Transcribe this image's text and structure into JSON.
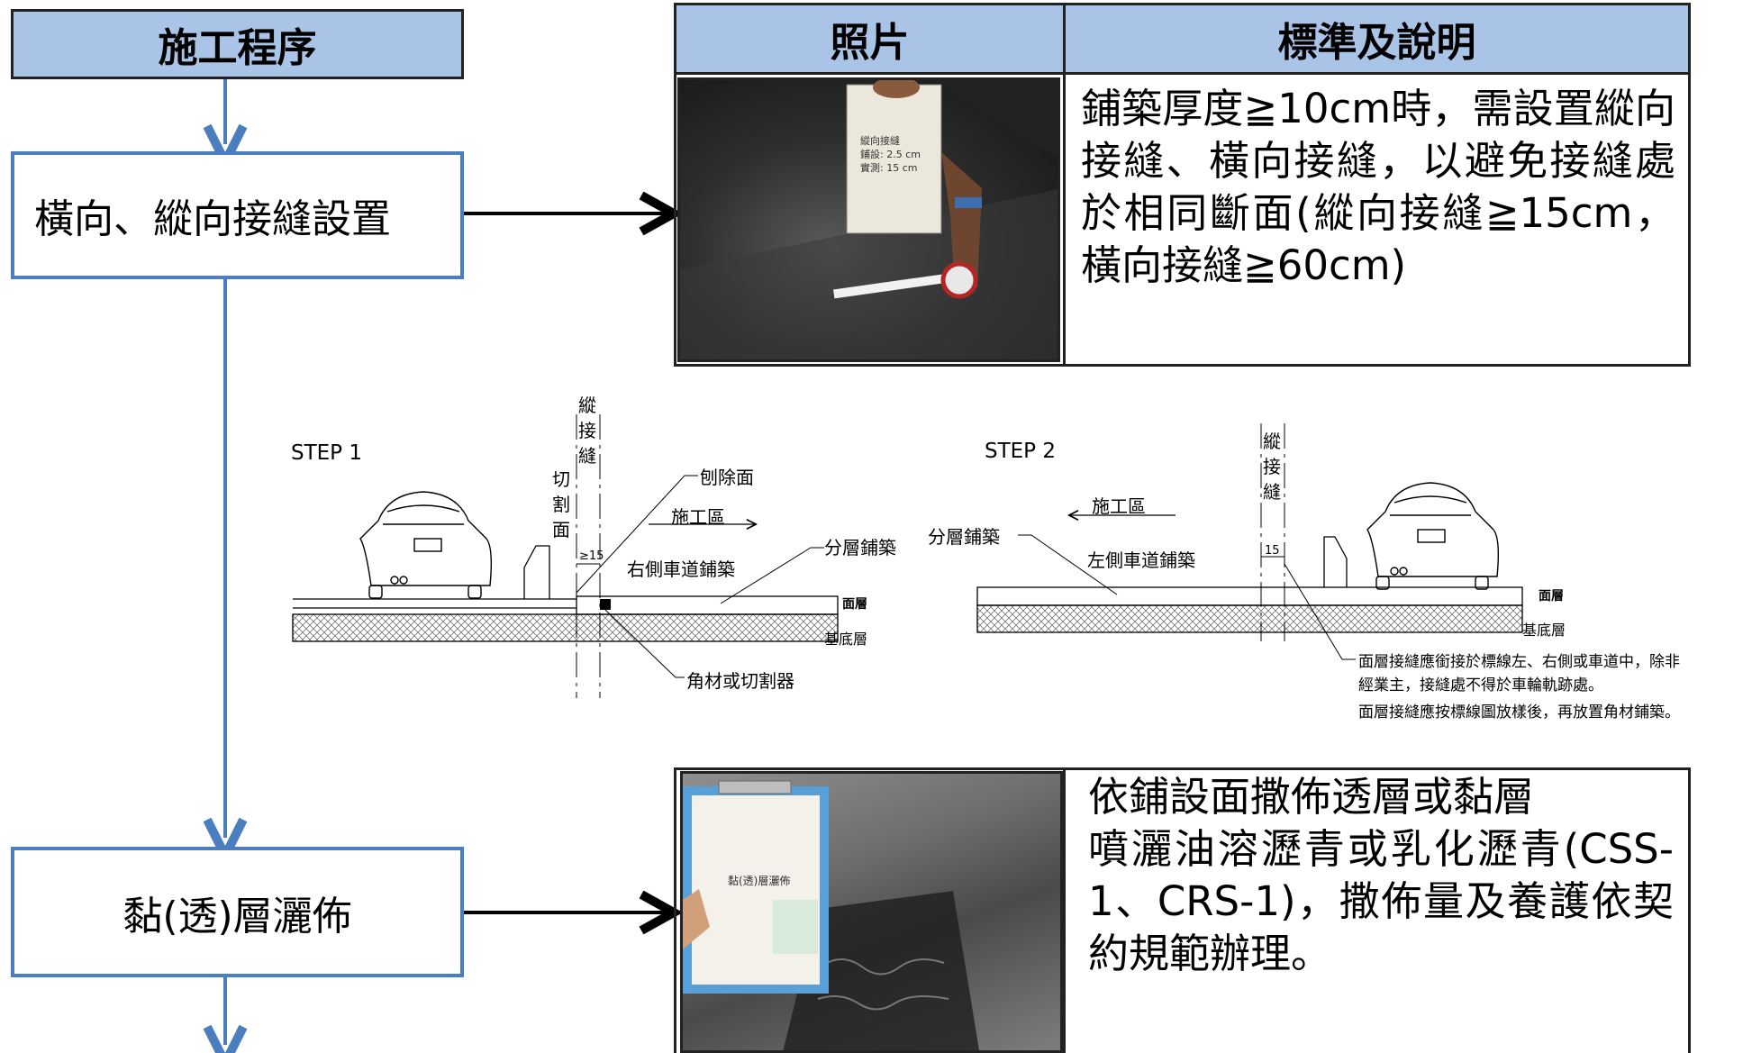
{
  "flow": {
    "header": "施工程序",
    "step1": "橫向、縱向接縫設置",
    "step2": "黏(透)層灑佈"
  },
  "table": {
    "col_photo": "照片",
    "col_desc": "標準及說明",
    "row1_desc": "鋪築厚度≧10cm時，需設置縱向接縫、橫向接縫，以避免接縫處於相同斷面(縱向接縫≧15cm，橫向接縫≧60cm)",
    "row2_desc_line1": "依鋪設面撒佈透層或黏層",
    "row2_desc_rest": "噴灑油溶瀝青或乳化瀝青(CSS-1、CRS-1)，撒佈量及養護依契約規範辦理。"
  },
  "photo1_board": [
    "縱向接縫",
    "鋪設: 2.5 cm",
    "實測: 15 cm"
  ],
  "photo2_board": [
    "黏(透)層灑佈"
  ],
  "diagram": {
    "step1": {
      "title": "STEP 1",
      "joint_label": "縱接縫",
      "cut_label": "切割面",
      "milled_label": "刨除面",
      "work_zone": "施工區",
      "layer_label": "分層鋪築",
      "dim": "≥15",
      "lane_label": "右側車道鋪築",
      "surface": "面層",
      "base": "基底層",
      "tool": "角材或切割器"
    },
    "step2": {
      "title": "STEP 2",
      "joint_label": "縱接縫",
      "work_zone": "施工區",
      "layer_label": "分層鋪築",
      "lane_label": "左側車道鋪築",
      "dim": "15",
      "surface": "面層",
      "base": "基底層",
      "note1": "面層接縫應銜接於標線左、右側或車道中，除非",
      "note2": "經業主，接縫處不得於車輪軌跡處。",
      "note3": "面層接縫應按標線圖放樣後，再放置角材鋪築。"
    }
  }
}
